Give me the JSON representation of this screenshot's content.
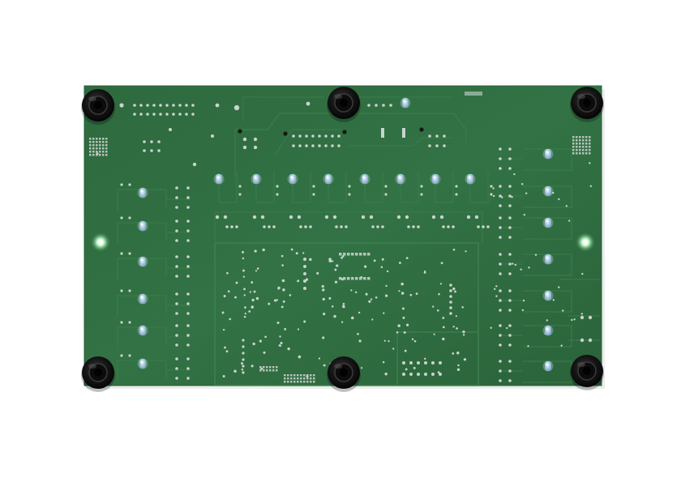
{
  "scene": {
    "subject": "pcb-bottom-side",
    "background_color": "#ffffff",
    "board_color": "#2f6b3f",
    "board_edge_color": "#2a5f38",
    "trace_color": "#3b7d4a",
    "pad_color": "#c9d3cf",
    "led_color": "#b9d3e6",
    "foot_color": "#141414",
    "mounting_hole_glow": "#9ee0a8"
  },
  "feet_count": 6,
  "led_clusters": {
    "left_column": 6,
    "right_column": 7,
    "top_row": 8,
    "top_small": 1
  }
}
